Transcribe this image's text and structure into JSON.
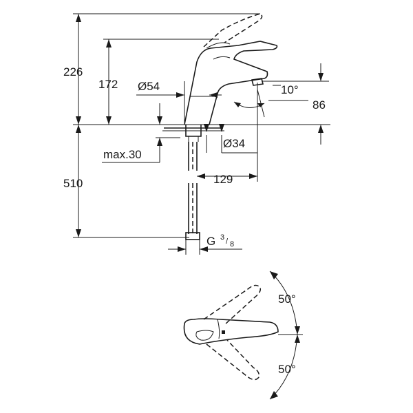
{
  "dimensions": {
    "total_height": "226",
    "spout_height": "172",
    "body_diameter": "Ø54",
    "swivel_angle": "10°",
    "spout_outlet_height": "86",
    "hole_diameter": "Ø34",
    "max_deck_thickness": "max.30",
    "projection": "129",
    "hose_length": "510",
    "connection_thread_letter": "G",
    "connection_thread_num": "3",
    "connection_thread_den": "8",
    "lever_angle_top": "50°",
    "lever_angle_bottom": "50°"
  }
}
